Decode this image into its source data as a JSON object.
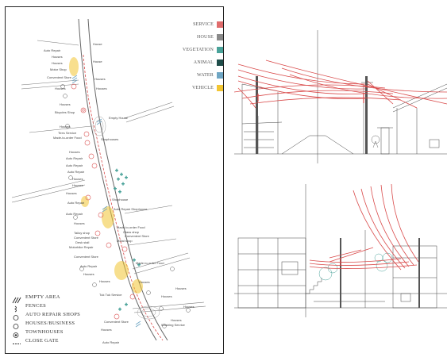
{
  "legend_categories": [
    {
      "label": "SERVICE",
      "color": "#e06c6c"
    },
    {
      "label": "HOUSE",
      "color": "#8a8a8a"
    },
    {
      "label": "VEGETATION",
      "color": "#4aa39a"
    },
    {
      "label": "ANIMAL",
      "color": "#1f4d4a"
    },
    {
      "label": "WATER",
      "color": "#6fa6c4"
    },
    {
      "label": "VEHICLE",
      "color": "#f2c532"
    }
  ],
  "legend_keys": [
    {
      "label": "EMPTY AREA",
      "icon": "hatch-icon"
    },
    {
      "label": "FENCES",
      "icon": "fence-icon"
    },
    {
      "label": "AUTO REPAIR SHOPS",
      "icon": "circle-icon"
    },
    {
      "label": "HOUSES/BUSINESS",
      "icon": "circle-icon"
    },
    {
      "label": "TOWNHOUSES",
      "icon": "double-circle-icon"
    },
    {
      "label": "CLOSE GATE",
      "icon": "gate-icon"
    }
  ],
  "map_labels": [
    "House",
    "Auto Repair",
    "Houses",
    "Houses",
    "House",
    "Motor Shop",
    "Convenient Store",
    "Houses",
    "Houses",
    "Houses",
    "Houses",
    "Bicycles Shop",
    "Empty House",
    "Houses",
    "Tires Service",
    "Made-to-order Food",
    "Shophouses",
    "Houses",
    "Auto Repair",
    "Auto Repair",
    "Auto Repair",
    "Houses",
    "Houses",
    "Houses",
    "Shophouse",
    "Auto Repair",
    "Auto Repair Shophouse",
    "Auto Repair",
    "Houses",
    "Made-to-order Food",
    "Glass shop",
    "Tailoy shop",
    "Convenient Store",
    "Convenient Store",
    "Desk stall",
    "Metal shop",
    "Motorbike Repair",
    "Convenient Store",
    "Auto Repair",
    "Houses",
    "Made-to-order Food",
    "Houses",
    "Houses",
    "Houses",
    "Tuk Tuk Service",
    "Houses",
    "Houses",
    "Houses",
    "Convenient Store",
    "Washing Service",
    "Houses",
    "Auto Repair"
  ]
}
